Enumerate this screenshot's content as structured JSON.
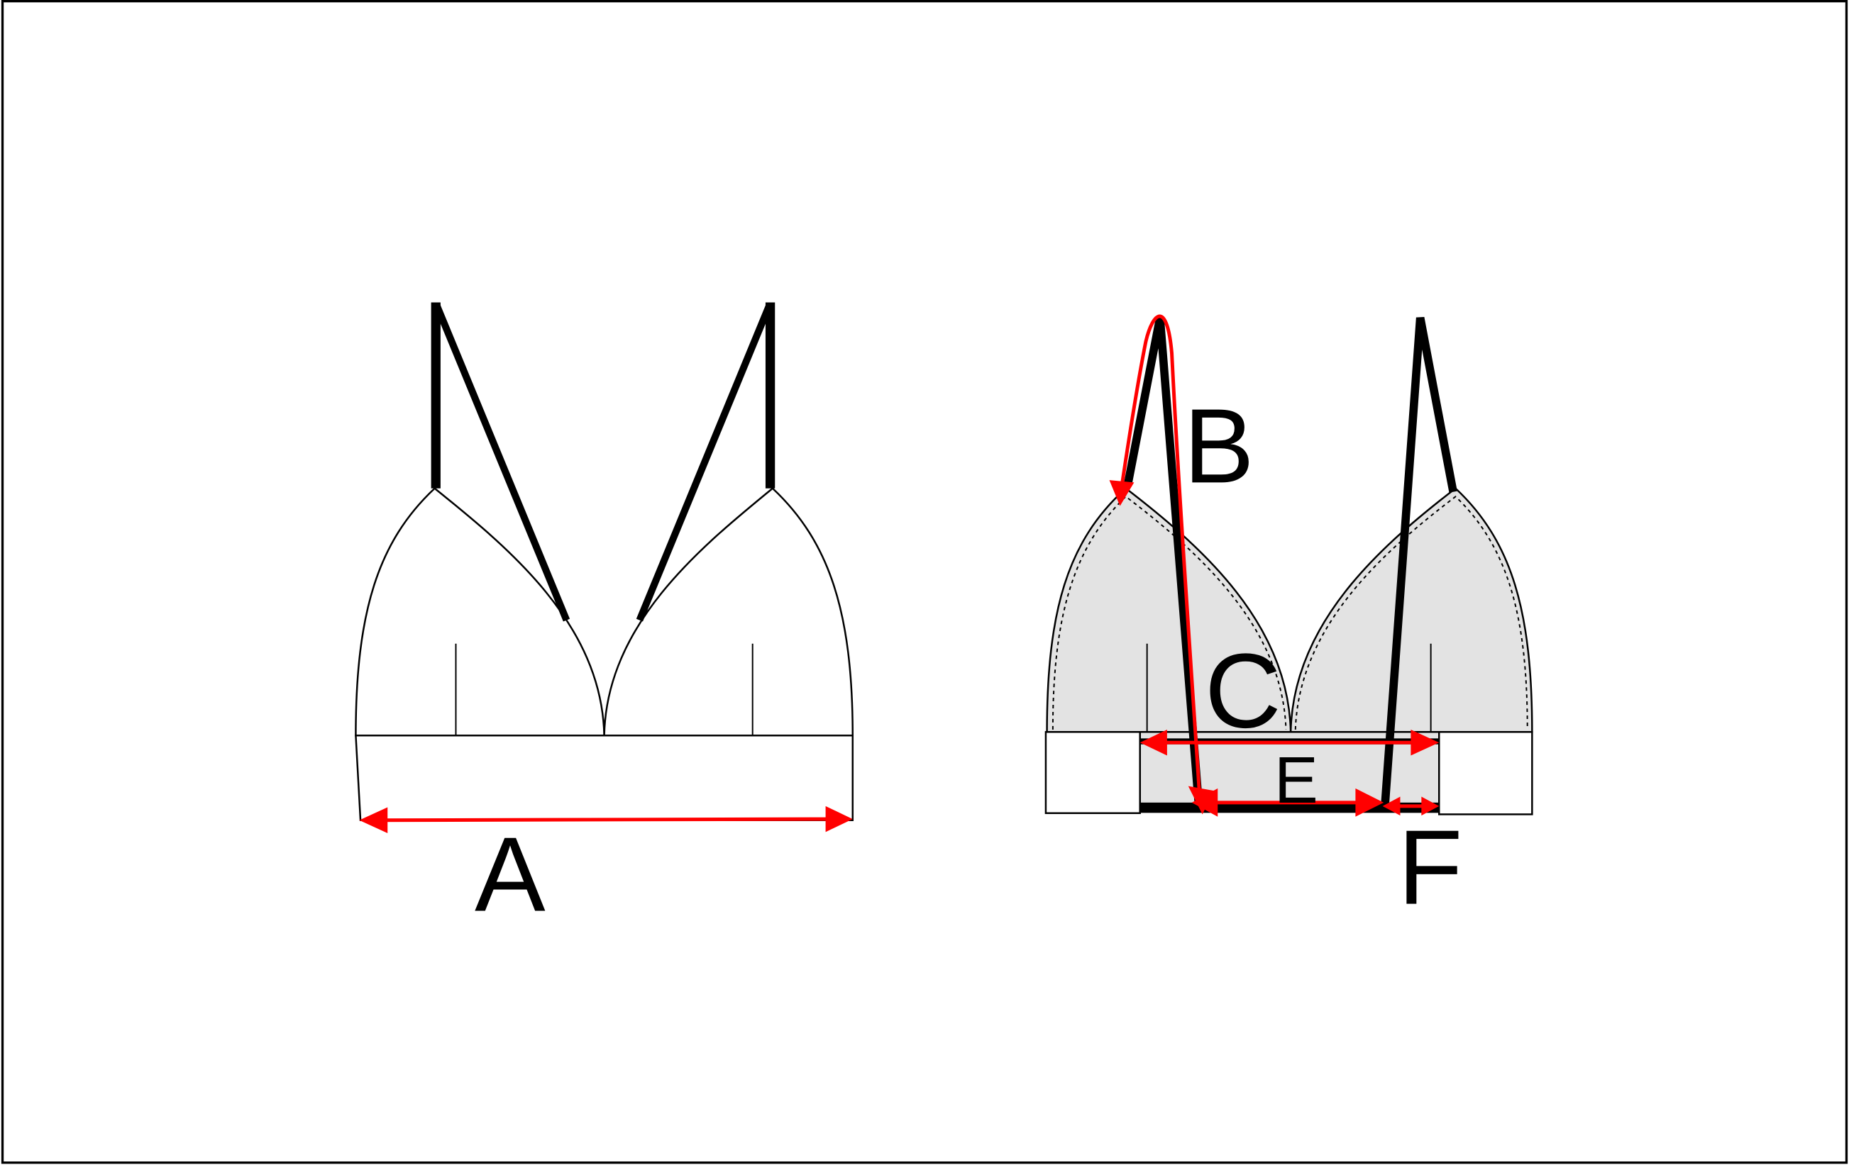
{
  "labels": {
    "a": "A",
    "b": "B",
    "c": "C",
    "e": "E",
    "f": "F"
  },
  "colors": {
    "measure": "#ff0000",
    "fabric_fill": "#e3e3e3",
    "outline": "#000000"
  }
}
